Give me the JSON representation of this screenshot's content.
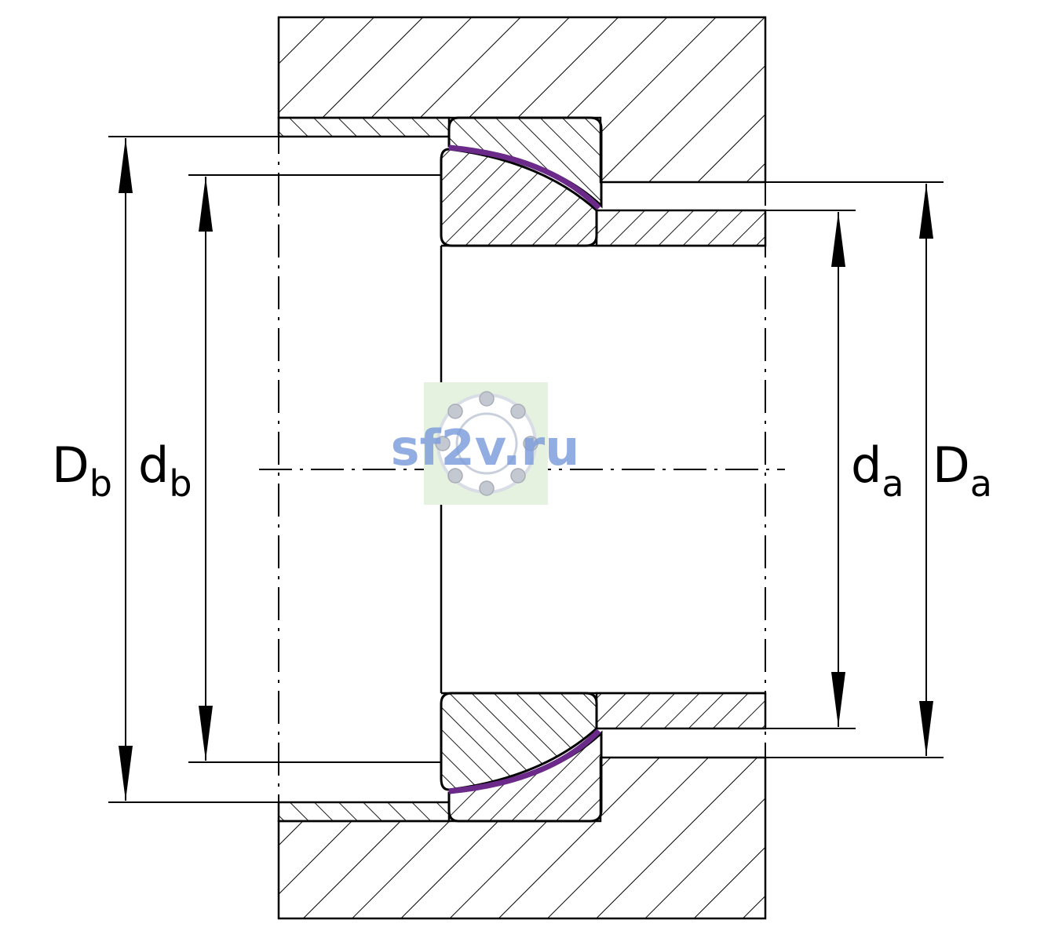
{
  "labels": {
    "Db": {
      "main": "D",
      "sub": "b"
    },
    "db": {
      "main": "d",
      "sub": "b"
    },
    "da": {
      "main": "d",
      "sub": "a"
    },
    "Da": {
      "main": "D",
      "sub": "a"
    }
  },
  "watermark": {
    "text": "sf2v.ru"
  },
  "colors": {
    "line": "#000000",
    "contact_surface": "#6b2a8a",
    "watermark_text": "#7f9fdc",
    "watermark_bg": "#e6f2e0"
  }
}
